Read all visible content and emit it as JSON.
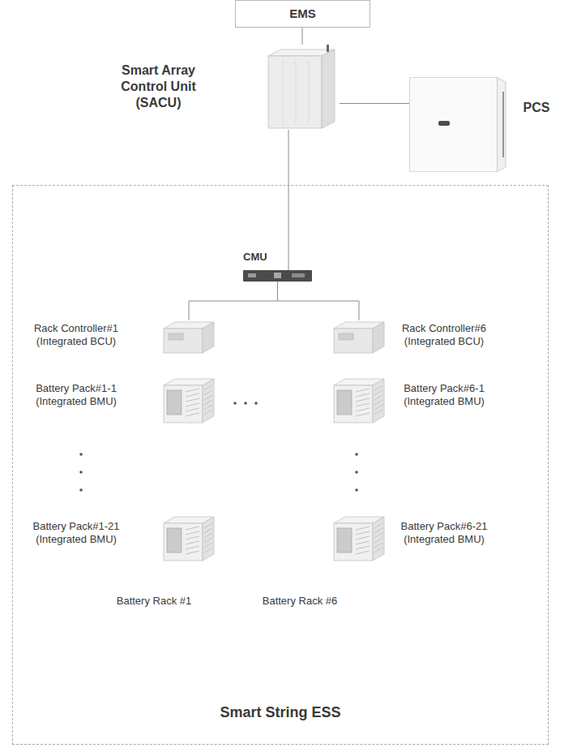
{
  "diagram": {
    "nodes": [
      {
        "text": [
          "EMS"
        ]
      },
      {
        "text": [
          "Smart Array Control Unit (SACU)"
        ]
      },
      {
        "text": [
          "PCS"
        ]
      },
      {
        "text": [
          "Smart String ESS"
        ]
      },
      {
        "text": [
          "CMU"
        ],
        "in": 3
      },
      {
        "text": [
          "Rack Controller#1 (Integrated BCU)"
        ],
        "in": 3
      },
      {
        "text": [
          "Battery Pack#1-1 (Integrated BMU)"
        ],
        "in": 3
      },
      {
        "text": [
          "Battery Pack#1-21 (Integrated BMU)"
        ],
        "in": 3
      },
      {
        "text": [
          "Rack Controller#6 (Integrated BCU)"
        ],
        "in": 3
      },
      {
        "text": [
          "Battery Pack#6-1 (Integrated BMU)"
        ],
        "in": 3
      },
      {
        "text": [
          "Battery Pack#6-21 (Integrated BMU)"
        ],
        "in": 3
      }
    ],
    "edges": [
      {
        "from": 0,
        "to": 1,
        "arrow": "none"
      },
      {
        "from": 1,
        "to": 2,
        "arrow": "none"
      },
      {
        "from": 1,
        "to": 4,
        "arrow": "none"
      },
      {
        "from": 4,
        "to": 5,
        "arrow": "none"
      },
      {
        "from": 4,
        "to": 8,
        "arrow": "none"
      }
    ],
    "labels": [
      "Battery Rack #1",
      "Battery Rack #6"
    ]
  }
}
